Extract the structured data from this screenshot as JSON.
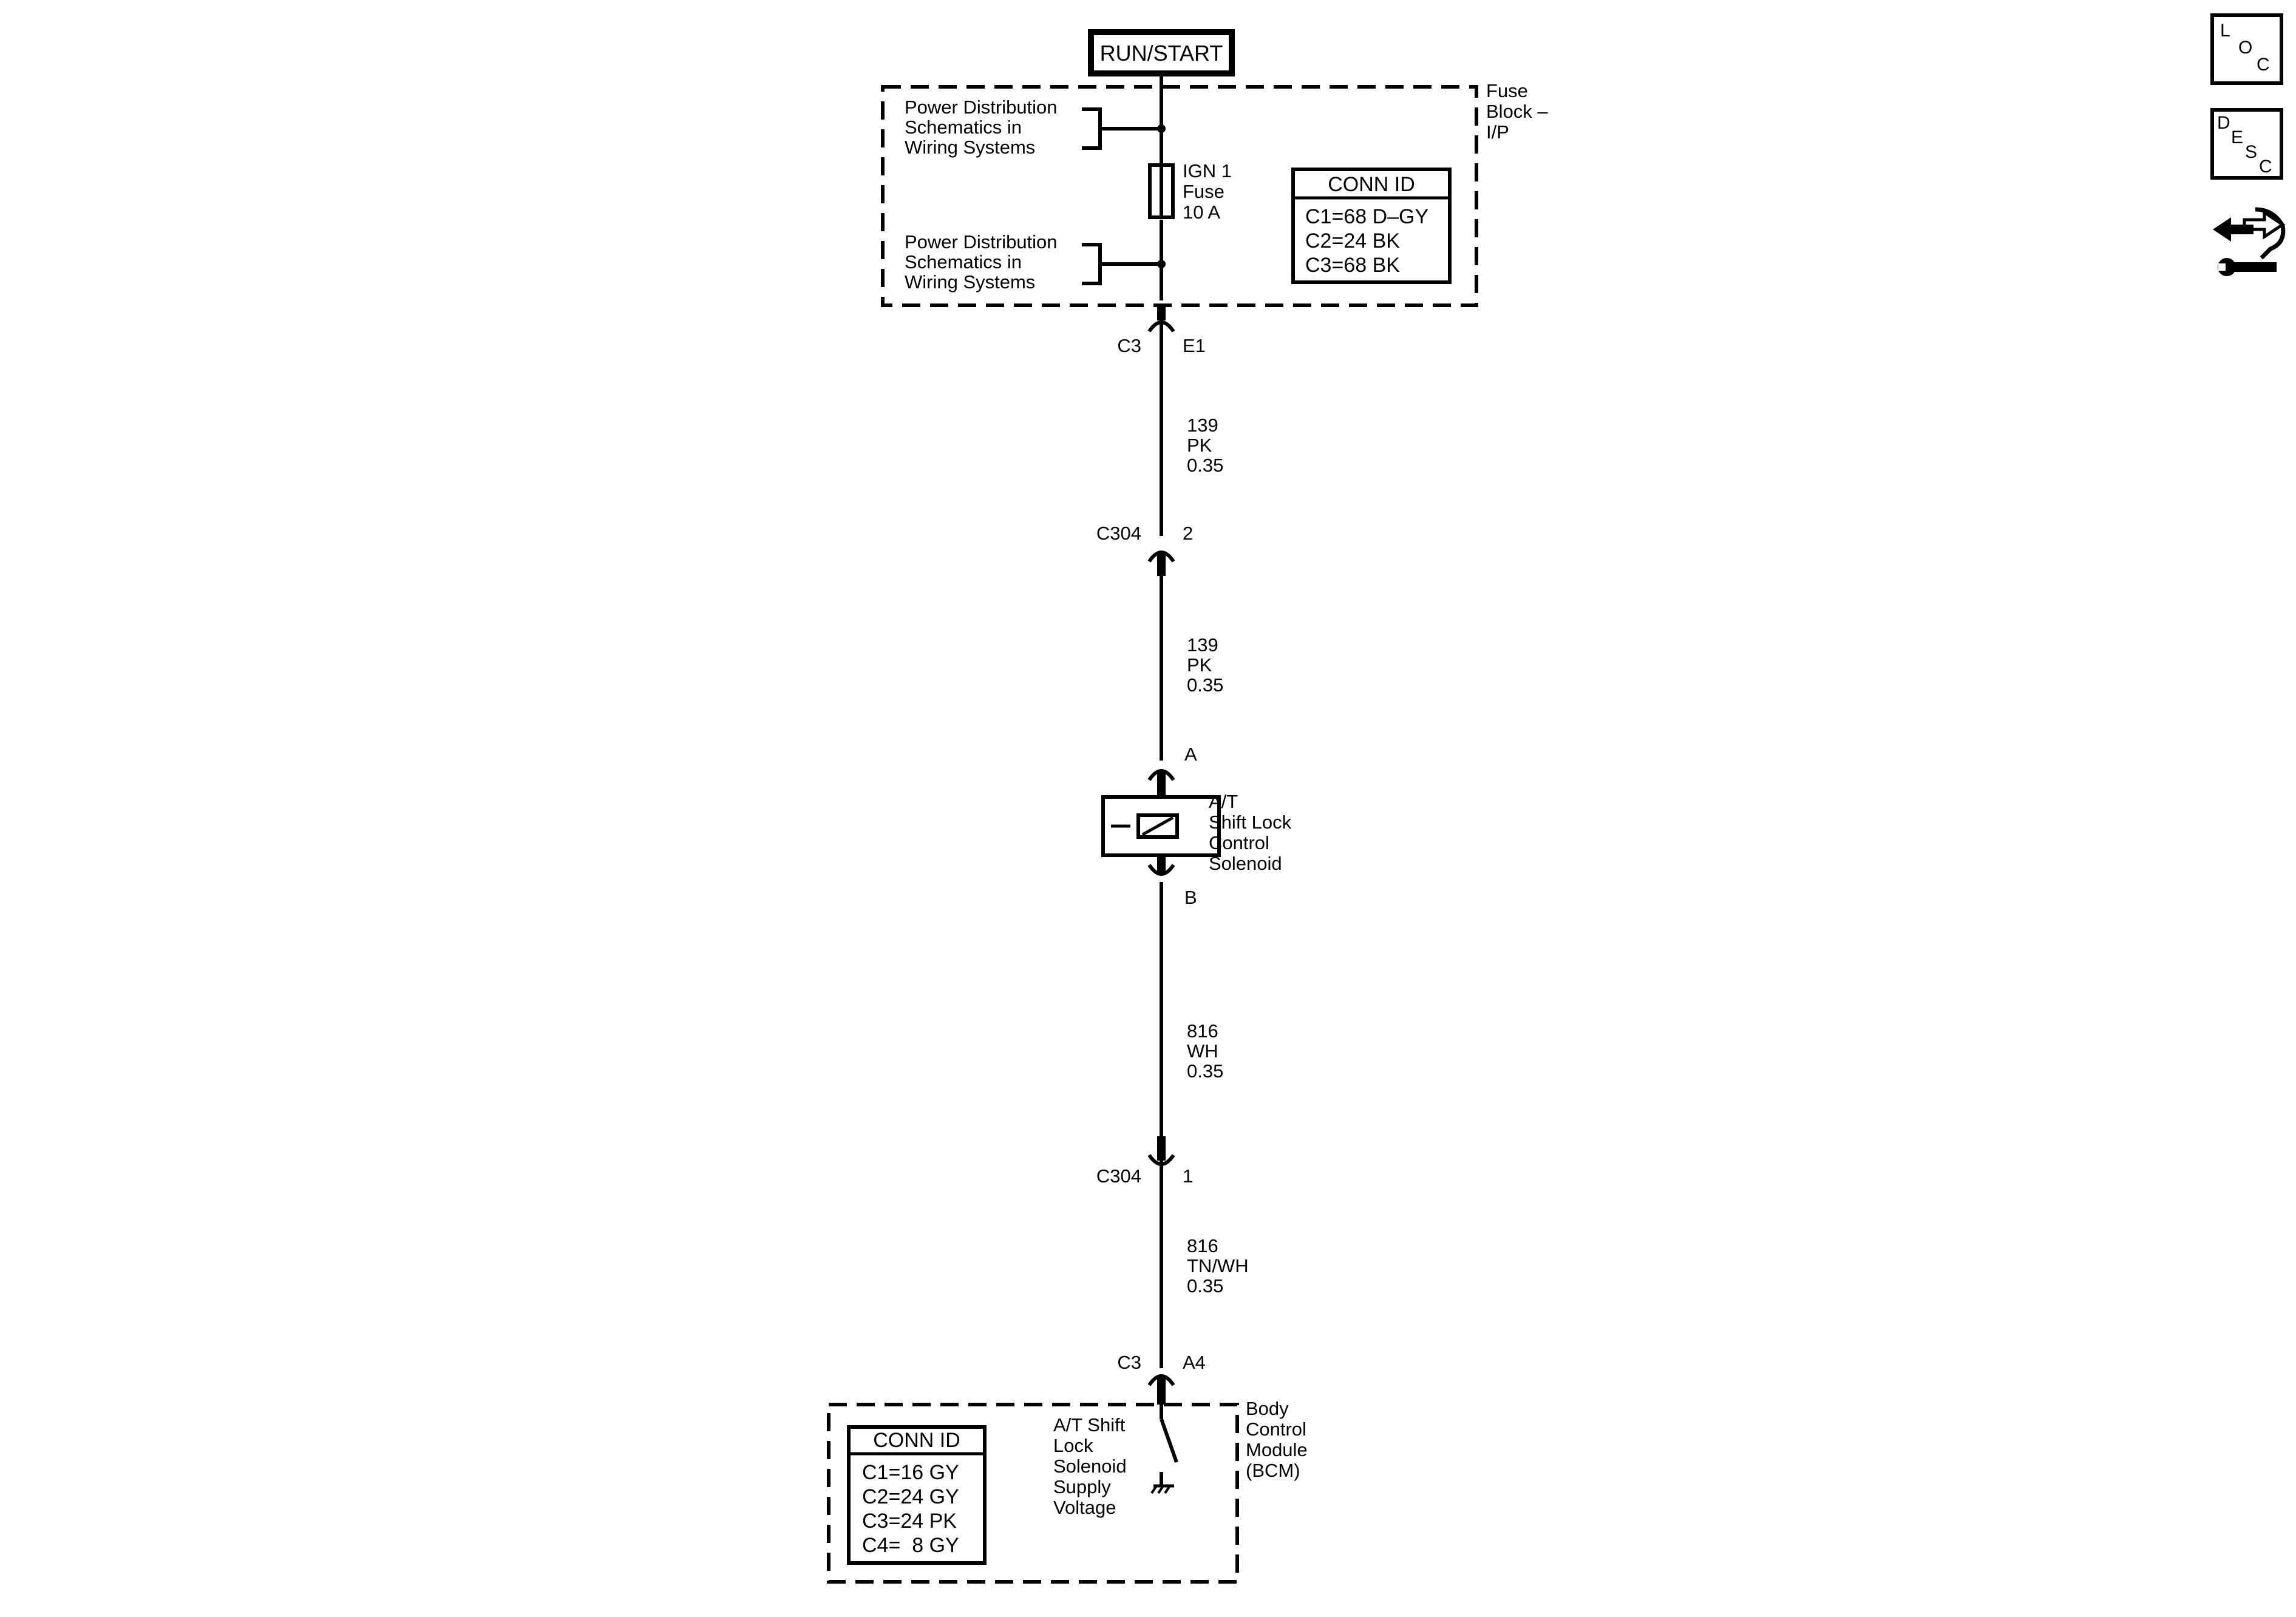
{
  "power_source": {
    "label": "RUN/START"
  },
  "fuse_block": {
    "title_lines": [
      "Fuse",
      "Block –",
      "I/P"
    ],
    "ref1_lines": [
      "Power Distribution",
      "Schematics in",
      "Wiring Systems"
    ],
    "ref2_lines": [
      "Power Distribution",
      "Schematics in",
      "Wiring Systems"
    ],
    "fuse_lines": [
      "IGN 1",
      "Fuse",
      "10 A"
    ],
    "conn_id": {
      "header": "CONN ID",
      "rows": [
        "C1=68 D–GY",
        "C2=24 BK",
        "C3=68 BK"
      ]
    }
  },
  "connectors": {
    "c3_top": {
      "name": "C3",
      "pin": "E1"
    },
    "c304_upper": {
      "name": "C304",
      "pin": "2"
    },
    "solenoid_a": {
      "pin": "A"
    },
    "solenoid_b": {
      "pin": "B"
    },
    "c304_lower": {
      "name": "C304",
      "pin": "1"
    },
    "c3_bottom": {
      "name": "C3",
      "pin": "A4"
    }
  },
  "wires": [
    {
      "circuit": "139",
      "color": "PK",
      "gauge": "0.35"
    },
    {
      "circuit": "139",
      "color": "PK",
      "gauge": "0.35"
    },
    {
      "circuit": "816",
      "color": "WH",
      "gauge": "0.35"
    },
    {
      "circuit": "816",
      "color": "TN/WH",
      "gauge": "0.35"
    }
  ],
  "solenoid": {
    "label_lines": [
      "A/T",
      "Shift Lock",
      "Control",
      "Solenoid"
    ]
  },
  "bcm": {
    "title_lines": [
      "Body",
      "Control",
      "Module",
      "(BCM)"
    ],
    "input_lines": [
      "A/T Shift",
      "Lock",
      "Solenoid",
      "Supply",
      "Voltage"
    ],
    "conn_id": {
      "header": "CONN ID",
      "rows": [
        "C1=16 GY",
        "C2=24 GY",
        "C3=24 PK",
        "C4=  8 GY"
      ]
    }
  },
  "side_icons": {
    "loc": {
      "letters": [
        "L",
        "O",
        "C"
      ]
    },
    "desc": {
      "letters": [
        "D",
        "E",
        "S",
        "C"
      ]
    },
    "repair": {
      "icon": "wrench-arrows-icon"
    }
  }
}
